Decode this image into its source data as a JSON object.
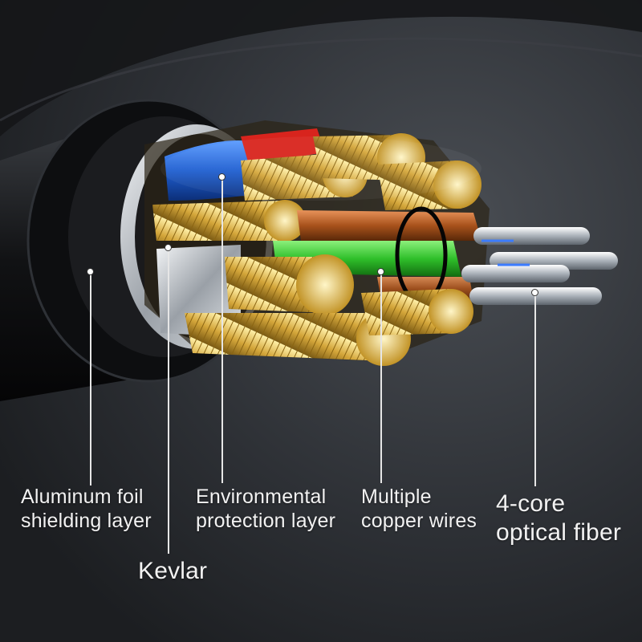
{
  "labels": {
    "aluminum_foil": {
      "line1": "Aluminum foil",
      "line2": "shielding layer"
    },
    "environmental": {
      "line1": "Environmental",
      "line2": "protection layer"
    },
    "copper": {
      "line1": "Multiple",
      "line2": "copper wires"
    },
    "kevlar": {
      "line1": "Kevlar"
    },
    "fiber": {
      "line1": "4-core",
      "line2": "optical fiber"
    }
  },
  "colors": {
    "background": "#2a2d31",
    "jacket": "#141517",
    "foil": "#c9cdd2",
    "copper": "#d9b24a",
    "blue": "#1f5fd1",
    "red": "#d8241d",
    "green": "#2fbf2a",
    "orange_brown": "#a8521c",
    "white": "#e9ecef"
  }
}
